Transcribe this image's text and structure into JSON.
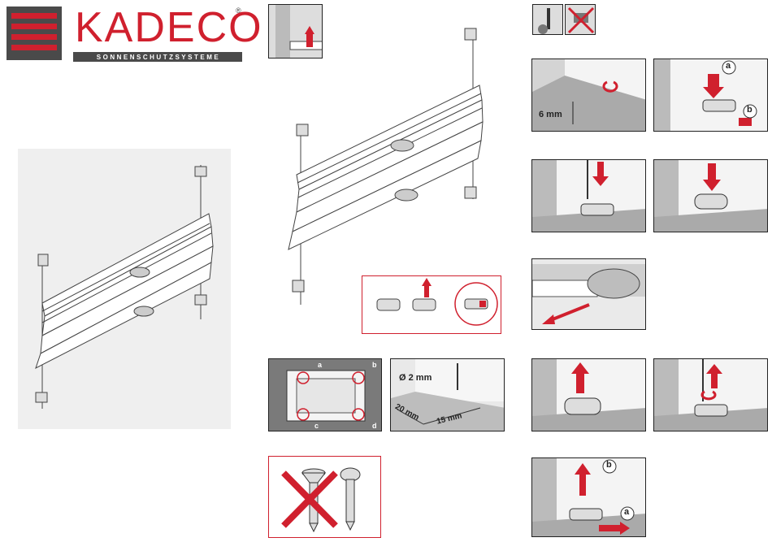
{
  "brand": {
    "name": "KADECO",
    "tagline": "SONNENSCHUTZSYSTEME",
    "registered": "®",
    "accent": "#d0202e",
    "dark": "#4a4a4a"
  },
  "measurements": {
    "floor_gap": "6 mm",
    "drill_diameter": "Ø 2 mm",
    "edge_offset_1": "20 mm",
    "edge_offset_2": "15 mm"
  },
  "corner_markers": [
    "a",
    "b",
    "c",
    "d"
  ],
  "step_markers": {
    "a": "a",
    "b": "b"
  },
  "icons": [
    "screwdriver-icon",
    "no-drill-icon",
    "pleated-blind-illustration",
    "arrow-up-icon",
    "arrow-down-icon",
    "rotate-icon",
    "screw-countersunk-icon",
    "screw-panhead-icon"
  ]
}
